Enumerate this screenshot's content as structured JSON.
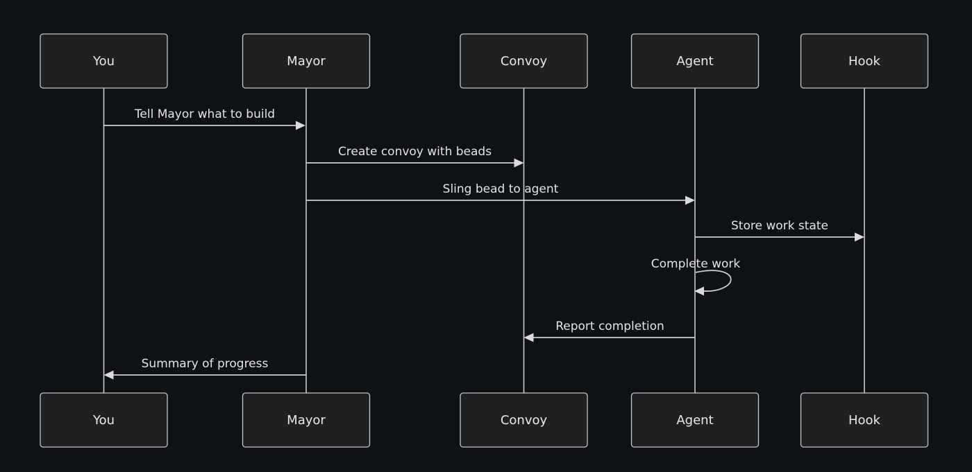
{
  "diagram": {
    "type": "sequence-diagram",
    "actors": [
      {
        "name": "You"
      },
      {
        "name": "Mayor"
      },
      {
        "name": "Convoy"
      },
      {
        "name": "Agent"
      },
      {
        "name": "Hook"
      }
    ],
    "messages": [
      {
        "from": "You",
        "to": "Mayor",
        "label": "Tell Mayor what to build"
      },
      {
        "from": "Mayor",
        "to": "Convoy",
        "label": "Create convoy with beads"
      },
      {
        "from": "Mayor",
        "to": "Agent",
        "label": "Sling bead to agent"
      },
      {
        "from": "Agent",
        "to": "Hook",
        "label": "Store work state"
      },
      {
        "from": "Agent",
        "to": "Agent",
        "label": "Complete work",
        "self_message": true
      },
      {
        "from": "Agent",
        "to": "Convoy",
        "label": "Report completion"
      },
      {
        "from": "Mayor",
        "to": "You",
        "label": "Summary of progress"
      }
    ],
    "colors": {
      "background": "#0e1116",
      "actor_fill": "#1f2021",
      "actor_border": "#c6c6c6",
      "line": "#d0d0d0",
      "text": "#e9e9e7"
    }
  }
}
